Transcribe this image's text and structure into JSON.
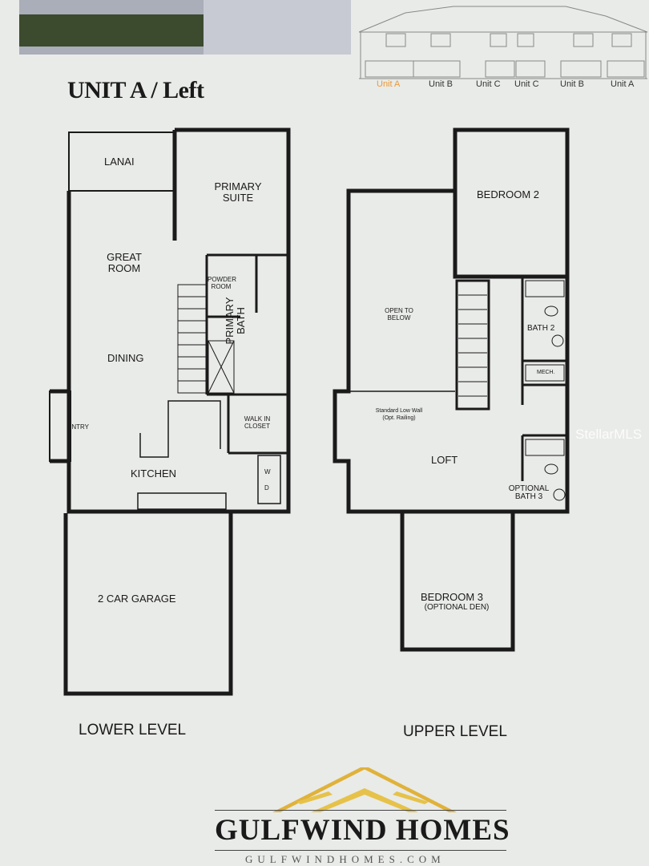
{
  "header": {
    "title": "UNIT A / Left",
    "elevation_units": [
      "Unit A",
      "Unit B",
      "Unit C",
      "Unit C",
      "Unit B",
      "Unit A"
    ],
    "highlight_color": "#e89a3c"
  },
  "lower_level": {
    "label": "LOWER LEVEL",
    "rooms": {
      "lanai": "LANAI",
      "primary_suite": "PRIMARY SUITE",
      "great_room": "GREAT ROOM",
      "powder_room": "POWDER ROOM",
      "primary_bath": "PRIMARY BATH",
      "dining": "DINING",
      "entry": "ENTRY",
      "walk_in_closet": "WALK IN CLOSET",
      "kitchen": "KITCHEN",
      "washer": "W",
      "dryer": "D",
      "garage": "2 CAR GARAGE"
    }
  },
  "upper_level": {
    "label": "UPPER LEVEL",
    "rooms": {
      "bedroom2": "BEDROOM 2",
      "open_to_below": "OPEN TO BELOW",
      "bath2": "BATH 2",
      "mech": "MECH.",
      "low_wall": "Standard Low Wall (Opt. Railing)",
      "loft": "LOFT",
      "optional_bath3": "OPTIONAL BATH 3",
      "bedroom3": "BEDROOM 3",
      "bedroom3_note": "(OPTIONAL DEN)"
    }
  },
  "watermark": "StellarMLS",
  "brand": {
    "name": "GULFWIND HOMES",
    "url": "GULFWINDHOMES.COM",
    "logo_color": "#e0b23a"
  }
}
